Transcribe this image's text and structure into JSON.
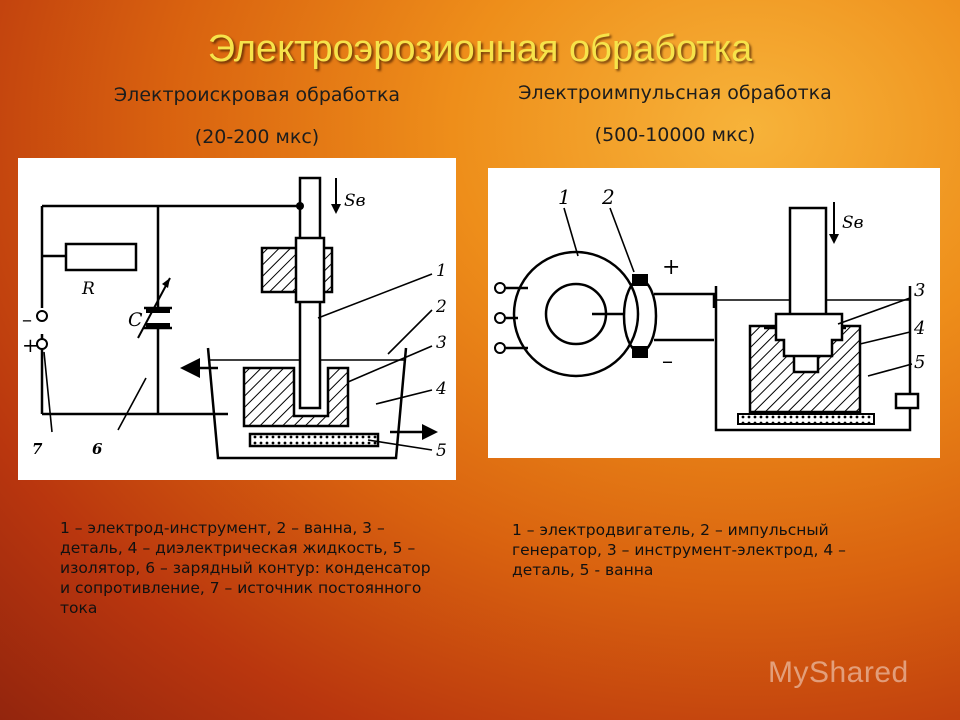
{
  "title": "Электроэрозионная обработка",
  "left": {
    "heading": "Электроискровая обработка",
    "duration": "(20-200 мкс)",
    "caption": "1 – электрод-инструмент, 2 – ванна, 3 – деталь, 4 – диэлектрическая жидкость, 5 – изолятор, 6 – зарядный контур: конденсатор и сопротивление, 7 – источник постоянного тока",
    "labels": {
      "n1": "1",
      "n2": "2",
      "n3": "3",
      "n4": "4",
      "n5": "5",
      "n6": "6",
      "n7": "7",
      "r": "R",
      "c": "C",
      "sv": "Sв",
      "minus": "–",
      "plus": "+"
    }
  },
  "right": {
    "heading": "Электроимпульсная обработка",
    "duration": "(500-10000 мкс)",
    "caption": "1 – электродвигатель, 2 – импульсный генератор, 3 – инструмент-электрод, 4 – деталь, 5 - ванна",
    "labels": {
      "n1": "1",
      "n2": "2",
      "n3": "3",
      "n4": "4",
      "n5": "5",
      "sv": "Sв",
      "plus": "+",
      "minus": "–"
    }
  },
  "watermark": "MyShared"
}
